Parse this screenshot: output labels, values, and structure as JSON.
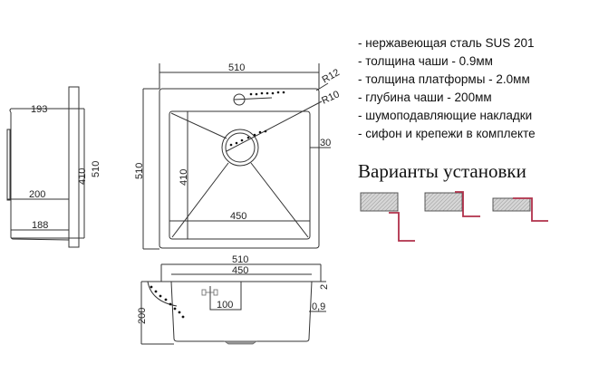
{
  "specs": [
    "- нержавеющая сталь SUS 201",
    "- толщина чаши - 0.9мм",
    "- толщина платформы - 2.0мм",
    "- глубина чаши - 200мм",
    "- шумоподавляющие накладки",
    "- сифон и крепежи в комплекте"
  ],
  "install_title": "Варианты установки",
  "side_view": {
    "d193": "193",
    "d200": "200",
    "d188": "188",
    "d410": "410",
    "d510": "510"
  },
  "top_view": {
    "d510_top": "510",
    "d510_side": "510",
    "d410": "410",
    "d450": "450",
    "d30": "30",
    "r12": "R12",
    "r10": "R10"
  },
  "section_view": {
    "d510": "510",
    "d450": "450",
    "d200": "200",
    "d100": "100",
    "d2": "2",
    "d09": "0,9"
  },
  "colors": {
    "line": "#333333",
    "install_accent": "#b0304a",
    "slab_fill": "#d0d0d0"
  }
}
